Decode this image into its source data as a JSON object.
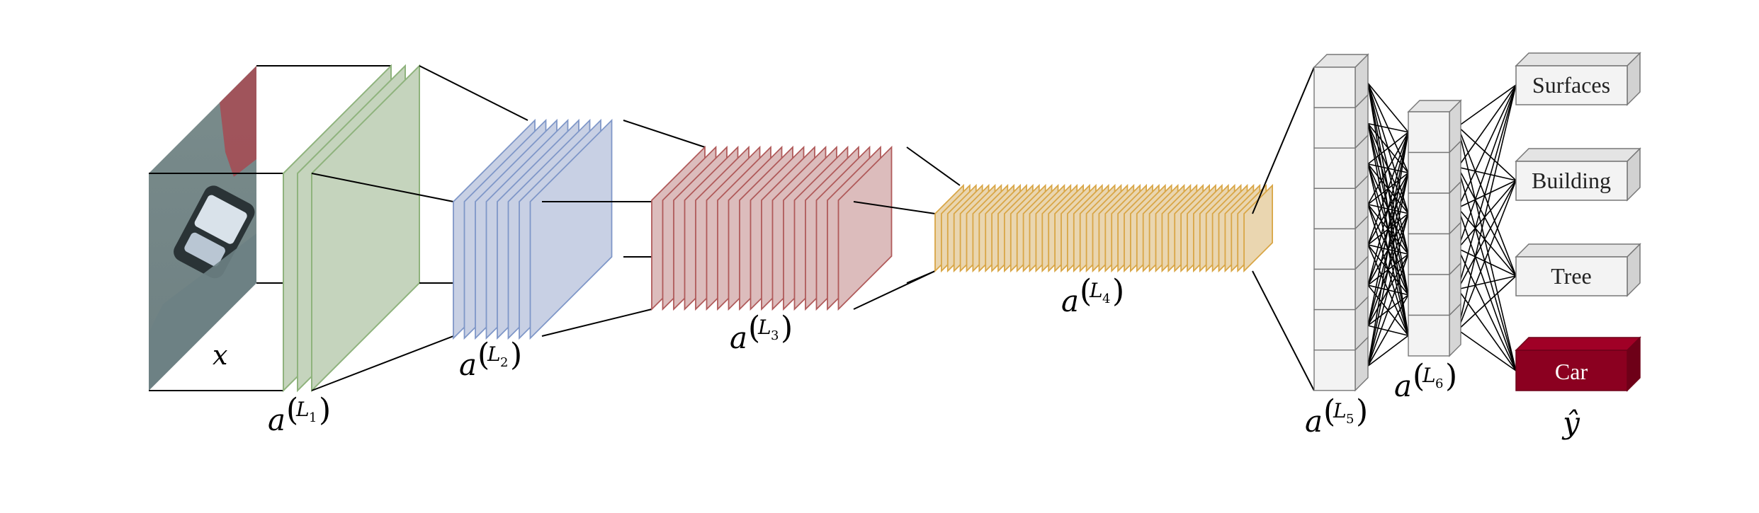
{
  "input": {
    "label": "x",
    "image": "aerial-car-patch"
  },
  "layers": [
    {
      "id": "L1",
      "label": "a",
      "sub": "L",
      "idx": "1",
      "color": "#c5d4bd",
      "stroke": "#8fb37d"
    },
    {
      "id": "L2",
      "label": "a",
      "sub": "L",
      "idx": "2",
      "color": "#c8d0e4",
      "stroke": "#7f97c8"
    },
    {
      "id": "L3",
      "label": "a",
      "sub": "L",
      "idx": "3",
      "color": "#dcbcbc",
      "stroke": "#b05a5a"
    },
    {
      "id": "L4",
      "label": "a",
      "sub": "L",
      "idx": "4",
      "color": "#ead6b0",
      "stroke": "#d9a646"
    },
    {
      "id": "L5",
      "label": "a",
      "sub": "L",
      "idx": "5",
      "color": "#f3f3f3",
      "stroke": "#777777"
    },
    {
      "id": "L6",
      "label": "a",
      "sub": "L",
      "idx": "6",
      "color": "#f3f3f3",
      "stroke": "#777777"
    }
  ],
  "classes": [
    {
      "label": "Surfaces",
      "selected": false
    },
    {
      "label": "Building",
      "selected": false
    },
    {
      "label": "Tree",
      "selected": false
    },
    {
      "label": "Car",
      "selected": true
    }
  ],
  "output": {
    "label": "ŷ"
  },
  "colors": {
    "selected_fill": "#8b0020",
    "selected_text": "#ffffff",
    "line": "#000000"
  }
}
